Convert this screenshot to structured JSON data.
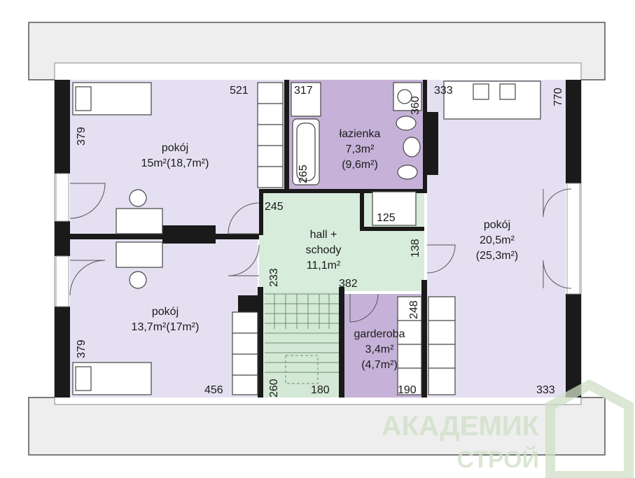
{
  "rooms": {
    "bed_top_left": {
      "name": "pokój",
      "area": "15m²(18,7m²)"
    },
    "bed_bottom_left": {
      "name": "pokój",
      "area": "13,7m²(17m²)"
    },
    "bathroom": {
      "name": "łazienka",
      "area": "7,3m²",
      "area_full": "(9,6m²)"
    },
    "hall": {
      "name": "hall +",
      "name2": "schody",
      "area": "11,1m²"
    },
    "wardrobe": {
      "name": "garderoba",
      "area": "3,4m²",
      "area_full": "(4,7m²)"
    },
    "bed_right": {
      "name": "pokój",
      "area": "20,5m²",
      "area_full": "(25,3m²)"
    }
  },
  "dimensions": {
    "d521": "521",
    "d317": "317",
    "d333_top": "333",
    "d770": "770",
    "d379_top": "379",
    "d360": "360",
    "d265": "265",
    "d245": "245",
    "d125": "125",
    "d138": "138",
    "d233": "233",
    "d382": "382",
    "d248": "248",
    "d379_bottom": "379",
    "d456": "456",
    "d260": "260",
    "d180": "180",
    "d190": "190",
    "d333_bottom": "333"
  },
  "watermark": {
    "line1": "АКАДЕМИК",
    "line2": "СТРОЙ"
  },
  "colors": {
    "bedroom": "#e5e0f1",
    "bathroom": "#c6b2d8",
    "wardrobe": "#c6b2d8",
    "hall": "#d8ecdb",
    "stairs": "#d3e8d5",
    "wall": "#1a1a1a",
    "roof": "#eeeeee",
    "watermark": "#cfe0c6"
  }
}
